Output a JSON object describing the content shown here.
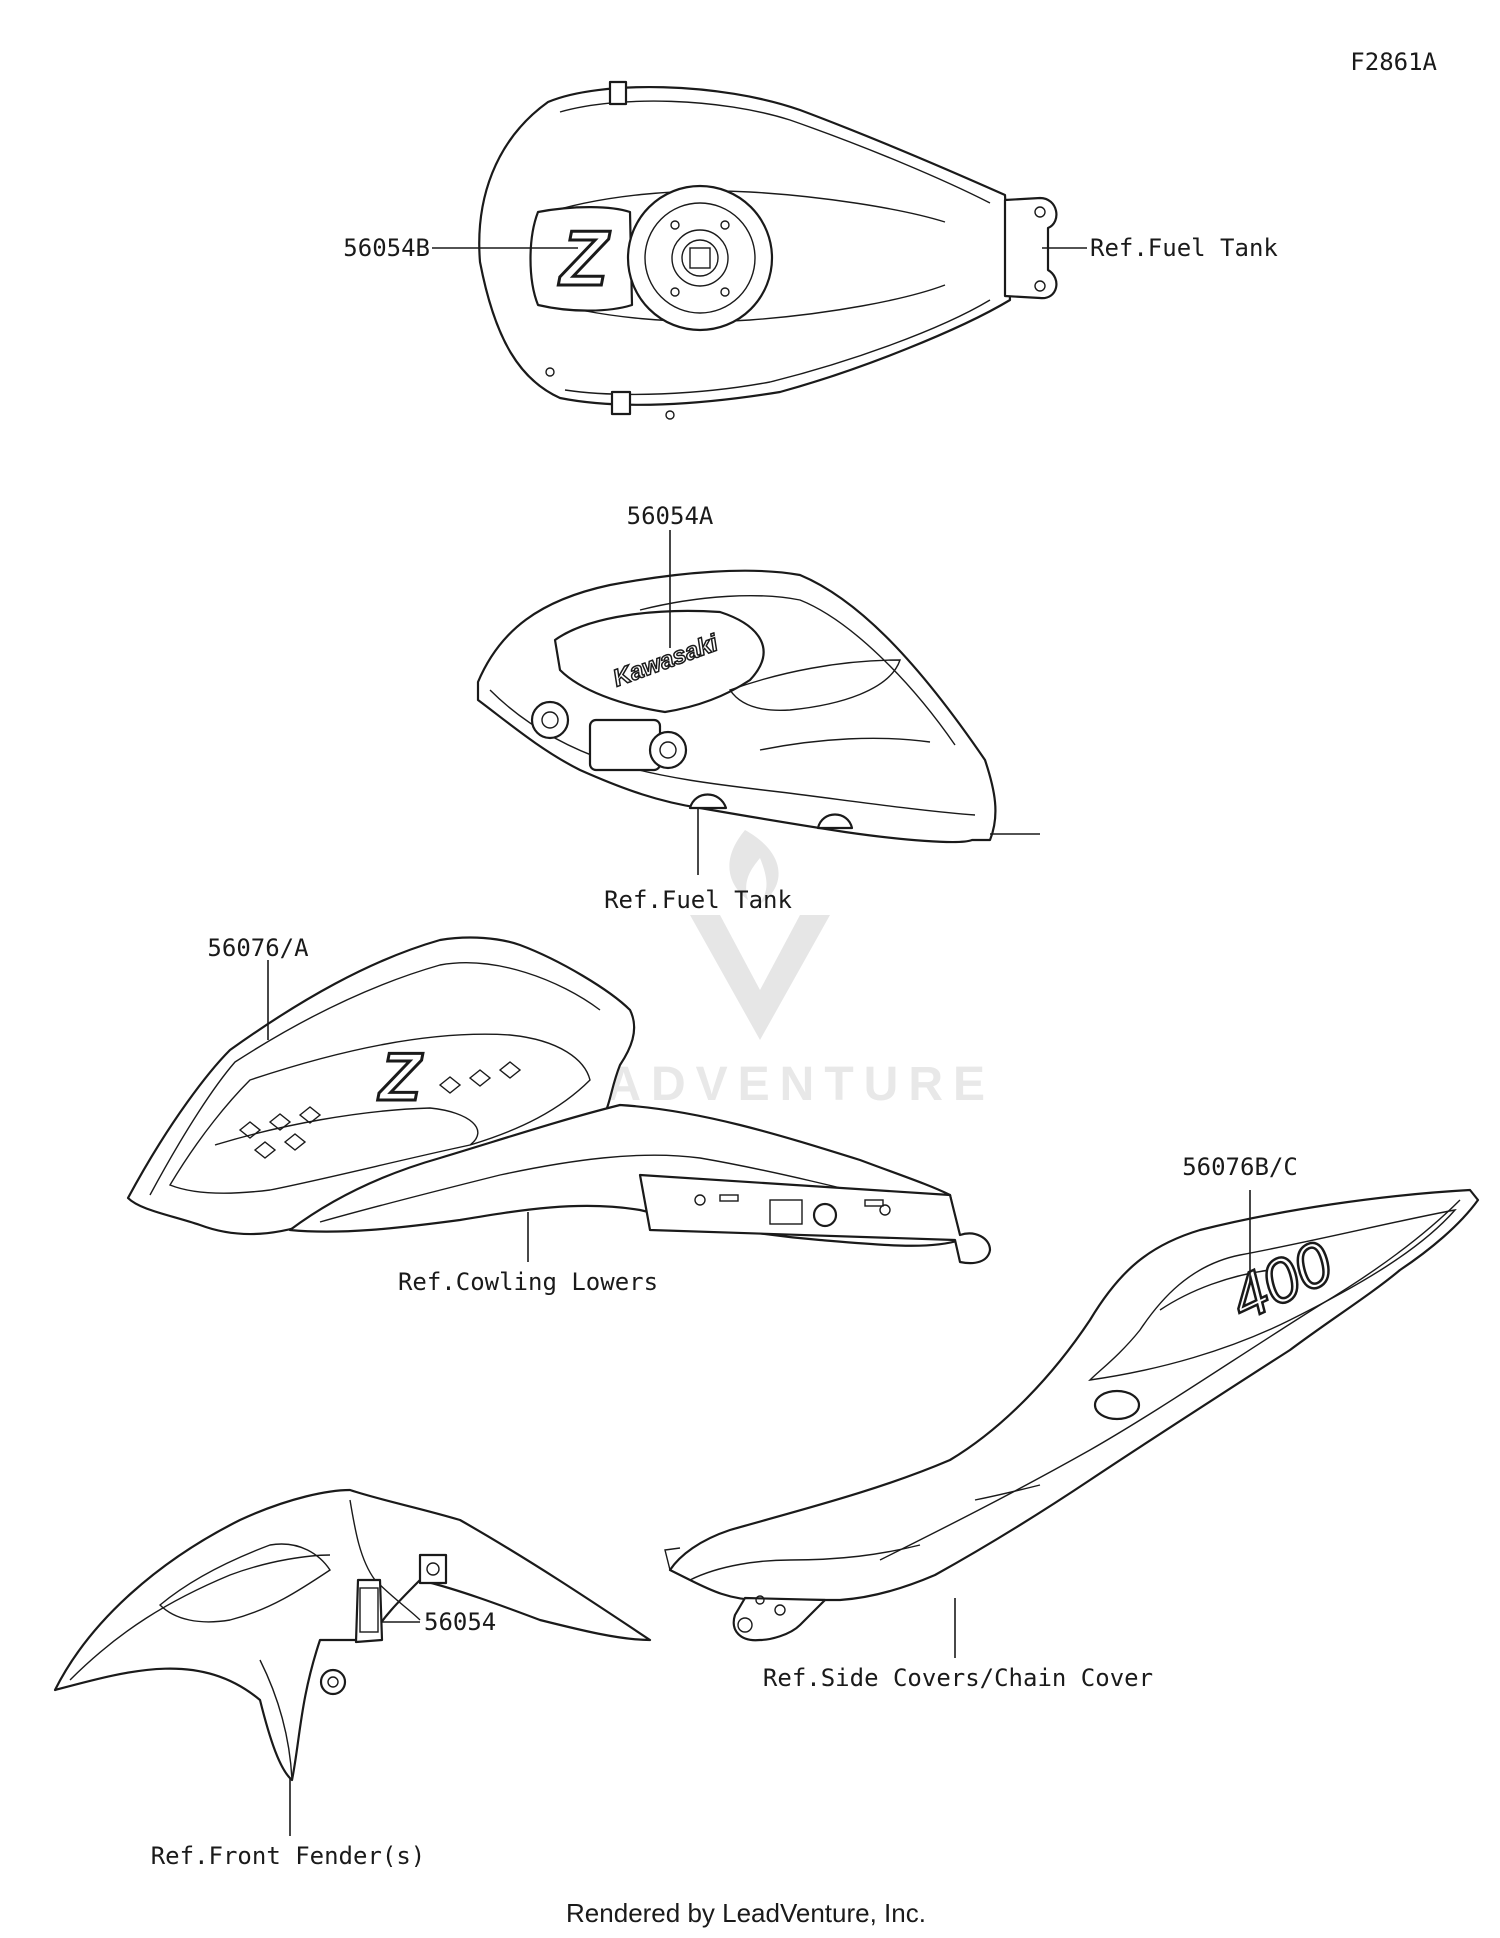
{
  "figure_code": "F2861A",
  "callouts": {
    "tank_top_part": "56054B",
    "tank_top_ref": "Ref.Fuel Tank",
    "tank_side_part": "56054A",
    "tank_side_ref": "Ref.Fuel Tank",
    "cowl_part": "56076/A",
    "cowl_ref": "Ref.Cowling Lowers",
    "side_cover_part": "56076B/C",
    "side_cover_ref": "Ref.Side Covers/Chain Cover",
    "fender_part": "56054",
    "fender_ref": "Ref.Front Fender(s)"
  },
  "decal_text": {
    "kawasaki": "Kawasaki",
    "z_logo": "Z",
    "four_hundred": "400"
  },
  "watermark": "LEADVENTURE",
  "footer": "Rendered by LeadVenture, Inc."
}
